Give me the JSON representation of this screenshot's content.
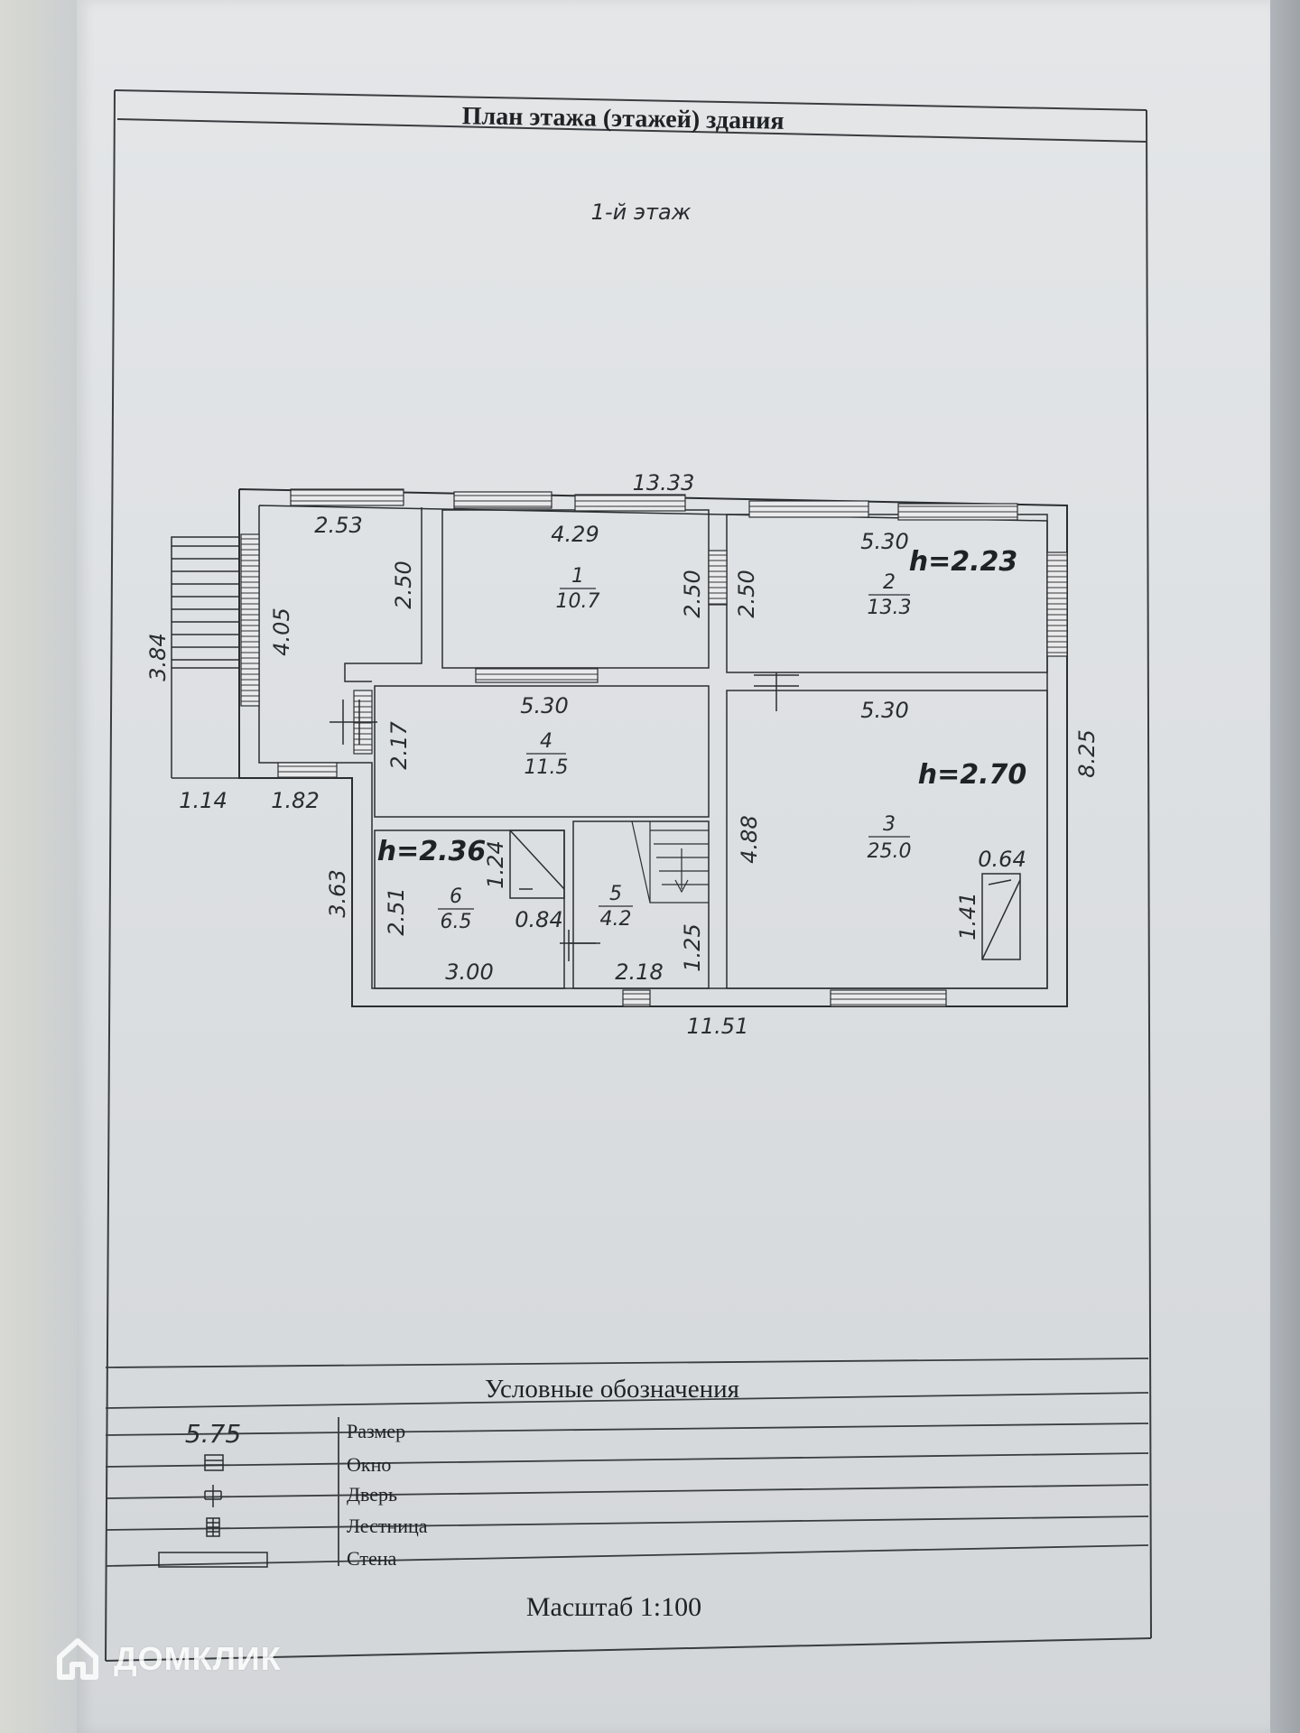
{
  "title": "План этажа (этажей) здания",
  "floor_label": "1-й этаж",
  "dims": {
    "total_top": "13.33",
    "total_bottom": "11.51",
    "right_height": "8.25",
    "left_height": "3.84",
    "left_lower_height": "3.63",
    "porch_w": "1.14",
    "porch_w2": "1.82",
    "hall_w": "2.53",
    "hall_h": "2.50",
    "hall_v": "4.05",
    "r1_w": "4.29",
    "r1_h": "2.50",
    "r2_w": "5.30",
    "r2_h": "2.50",
    "r4_w": "5.30",
    "r4_h": "2.17",
    "r3_w": "5.30",
    "r3_h": "4.88",
    "r6_w": "3.00",
    "r6_h": "2.51",
    "r6_sub_h": "1.24",
    "r6_sub_w": "0.84",
    "r5_w": "2.18",
    "r5_h": "1.25",
    "stove_w": "0.64",
    "stove_h": "1.41"
  },
  "heights": {
    "room2": "h=2.23",
    "room3": "h=2.70",
    "room6": "h=2.36"
  },
  "rooms": [
    {
      "num": "1",
      "area": "10.7"
    },
    {
      "num": "2",
      "area": "13.3"
    },
    {
      "num": "3",
      "area": "25.0"
    },
    {
      "num": "4",
      "area": "11.5"
    },
    {
      "num": "5",
      "area": "4.2"
    },
    {
      "num": "6",
      "area": "6.5"
    }
  ],
  "legend": {
    "title": "Условные обозначения",
    "items": [
      {
        "symbol": "5.75",
        "label": "Размер"
      },
      {
        "symbol": "window-icon",
        "label": "Окно"
      },
      {
        "symbol": "door-icon",
        "label": "Дверь"
      },
      {
        "symbol": "stairs-icon",
        "label": "Лестница"
      },
      {
        "symbol": "wall-icon",
        "label": "Стена"
      }
    ]
  },
  "scale": "Масштаб 1:100",
  "watermark": "ДОМКЛИК"
}
